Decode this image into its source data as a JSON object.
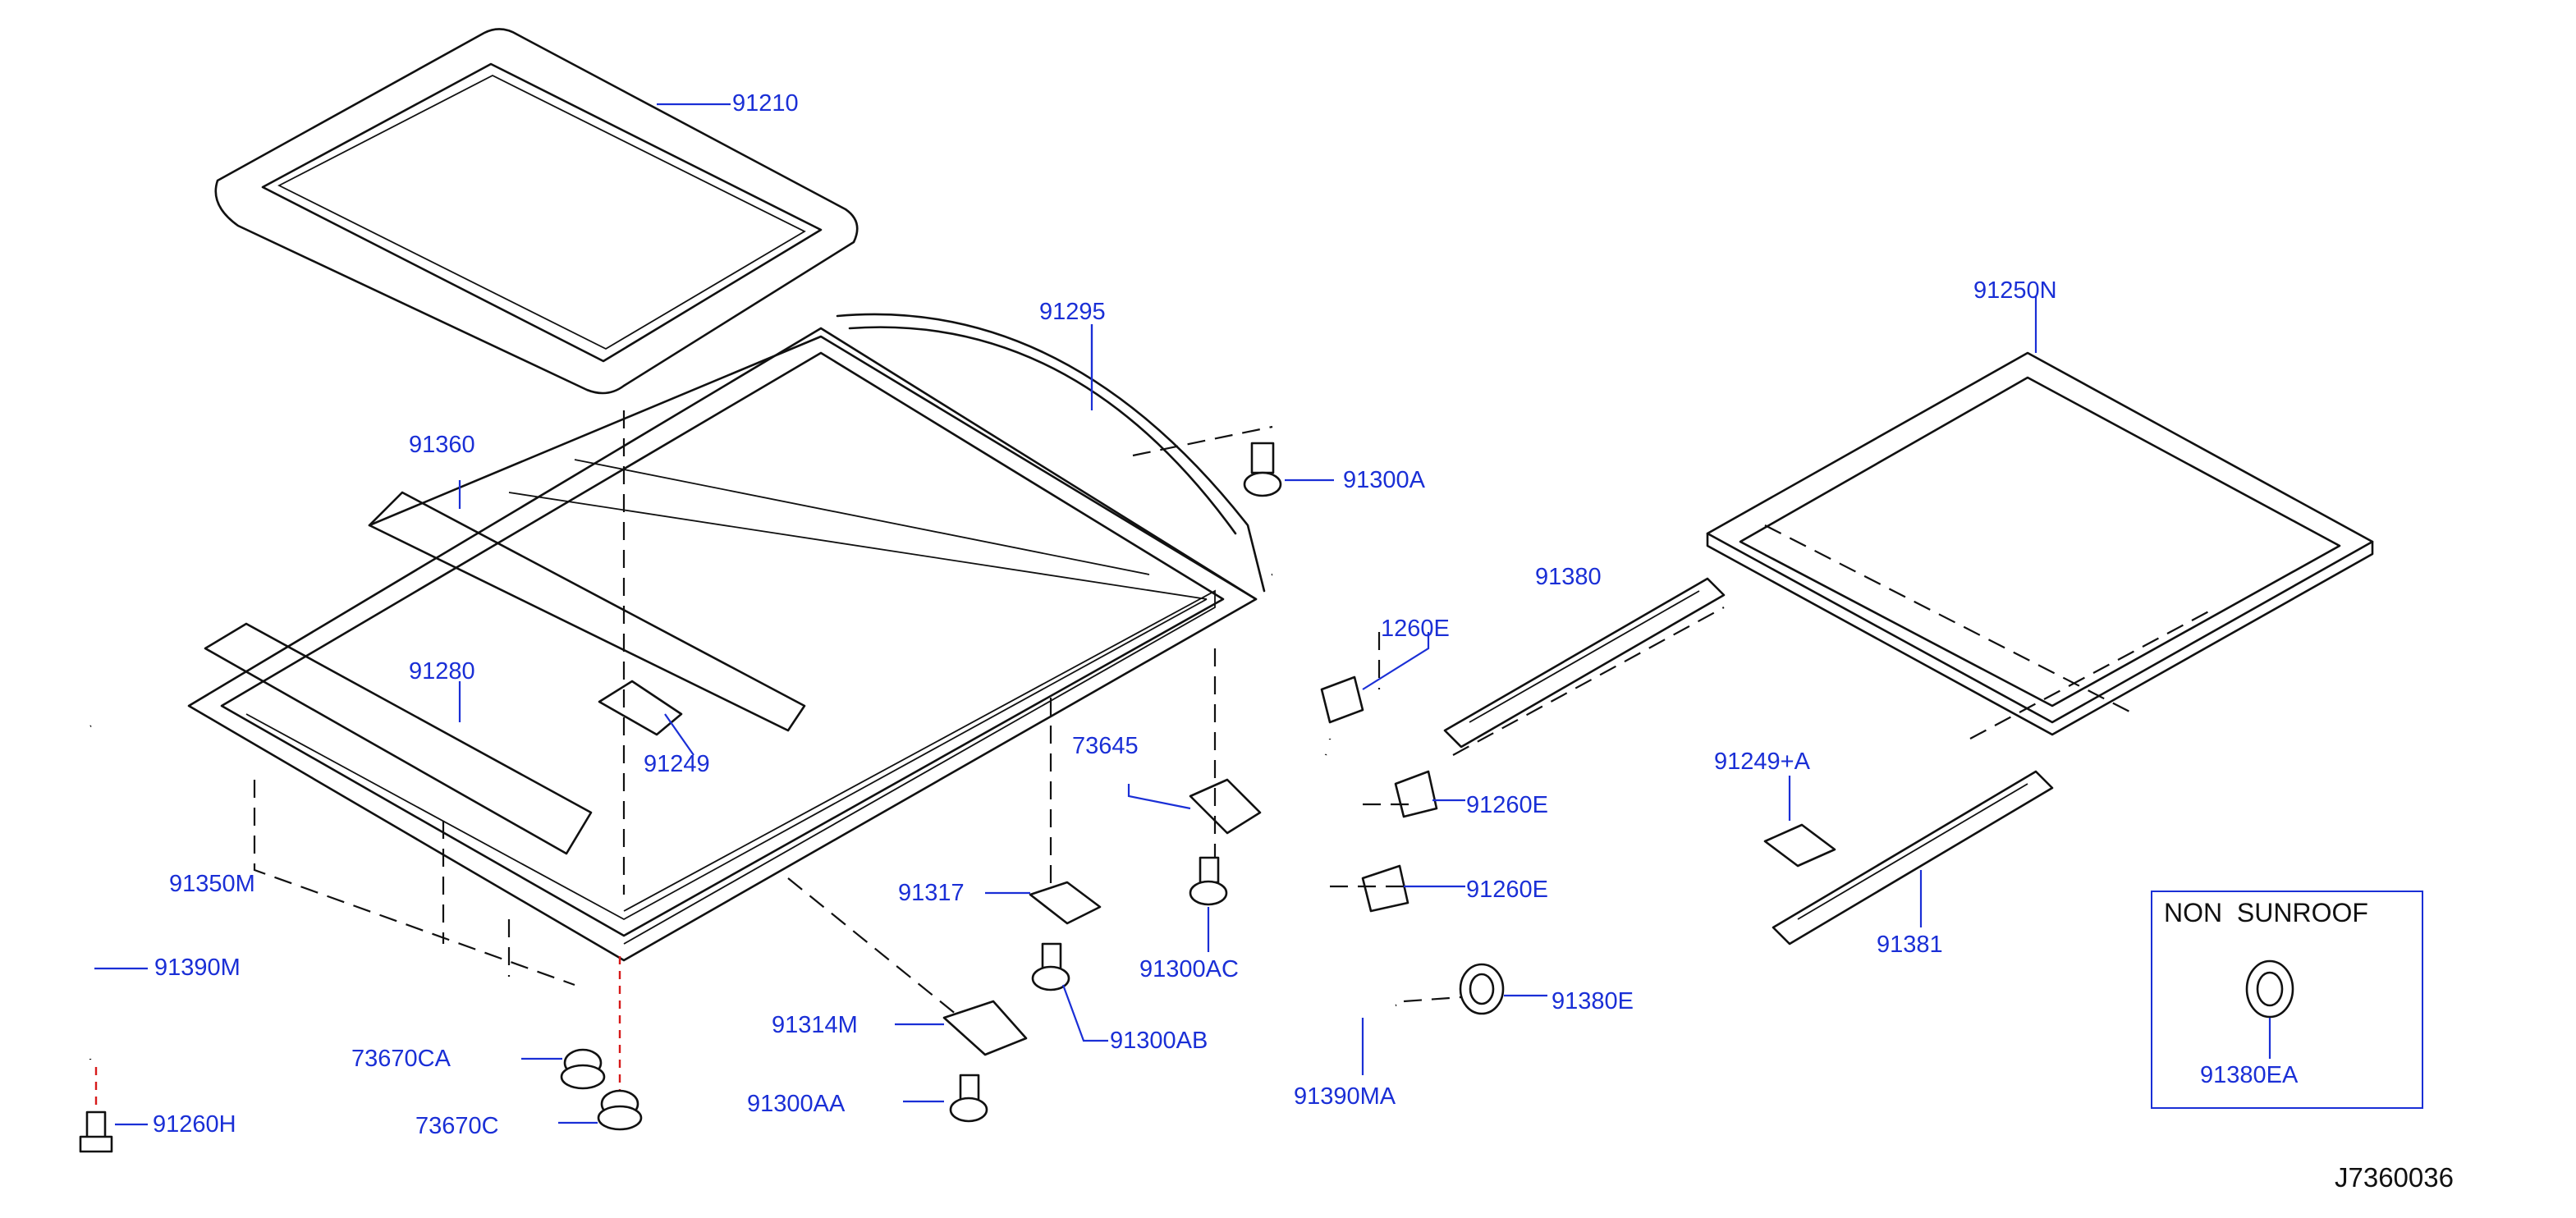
{
  "diagram": {
    "code": "J7360036",
    "non_sunroof_box_title": "NON  SUNROOF"
  },
  "labels": {
    "l91210": "91210",
    "l91295": "91295",
    "l91300A": "91300A",
    "l91360": "91360",
    "l91380": "91380",
    "l91260_partial": "1260E",
    "l91250N": "91250N",
    "l91280": "91280",
    "l91249": "91249",
    "l73645": "73645",
    "l91260E_1": "91260E",
    "l91260E_2": "91260E",
    "l91249A": "91249+A",
    "l91350M": "91350M",
    "l91317": "91317",
    "l91300AC": "91300AC",
    "l91381": "91381",
    "l91390M": "91390M",
    "l91314M": "91314M",
    "l91300AB": "91300AB",
    "l91380E": "91380E",
    "l73670CA": "73670CA",
    "l91300AA": "91300AA",
    "l91390MA": "91390MA",
    "l91380EA": "91380EA",
    "l91260H": "91260H",
    "l73670C": "73670C"
  }
}
